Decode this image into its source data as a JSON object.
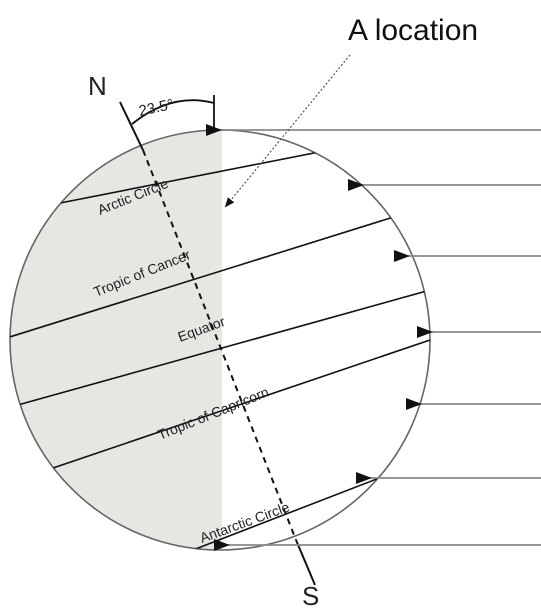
{
  "diagram": {
    "title": "A location",
    "north_label": "N",
    "south_label": "S",
    "tilt_angle": "23.5°",
    "latitude_labels": {
      "arctic": "Arctic Circle",
      "cancer": "Tropic of Cancer",
      "equator": "Equator",
      "capricorn": "Tropic of Capricorn",
      "antarctic": "Antarctic Circle"
    },
    "colors": {
      "night_side": "#e8e6e3",
      "lines": "#111111",
      "sun_rays": "#888888"
    }
  }
}
